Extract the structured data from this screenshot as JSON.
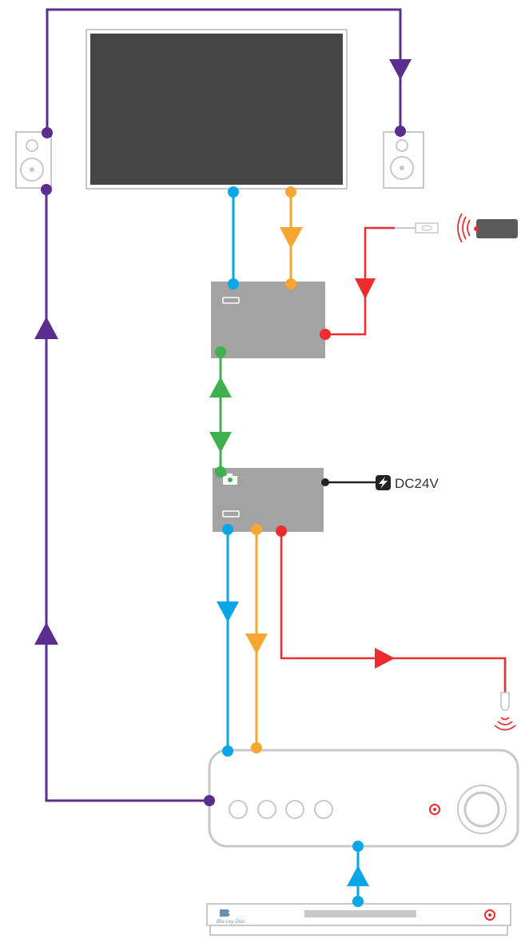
{
  "power": {
    "label": "DC24V",
    "icon": "lightning-icon"
  },
  "devices": {
    "display": "tv-screen",
    "left_speaker": "speaker-icon",
    "right_speaker": "speaker-icon",
    "transmitter": "hdmi-extender-transmitter",
    "receiver": "hdmi-extender-receiver",
    "ir_blaster": "ir-emitter-icon",
    "ir_sensor": "ir-receiver-icon",
    "remote": "remote-control-icon",
    "amplifier": "av-receiver",
    "player": "bluray-player",
    "player_logo": "Blu-ray Disc"
  },
  "colors": {
    "speaker_wire": "#5b2d8e",
    "hdmi": "#0aa7e8",
    "audio": "#f7a731",
    "ir": "#ee2b2e",
    "hdbaset": "#3fb04d",
    "device_gray": "#a3a3a3",
    "screen": "#454545",
    "outline": "#c8c8c8",
    "power_wire": "#222222"
  }
}
